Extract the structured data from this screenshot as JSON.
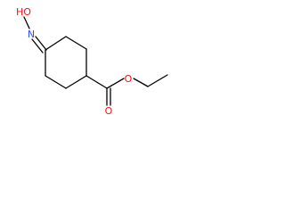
{
  "molecule": {
    "atoms": [
      {
        "id": "oxime_oh",
        "label": "HO",
        "element": "O"
      },
      {
        "id": "oxime_n",
        "label": "N",
        "element": "N"
      },
      {
        "id": "carbonyl_o",
        "label": "O",
        "element": "O"
      },
      {
        "id": "ester_o",
        "label": "O",
        "element": "O"
      }
    ]
  },
  "colors": {
    "bond": "#000000",
    "oxygen": "#ff0d0d",
    "nitrogen": "#3050f8",
    "background": "#ffffff"
  }
}
